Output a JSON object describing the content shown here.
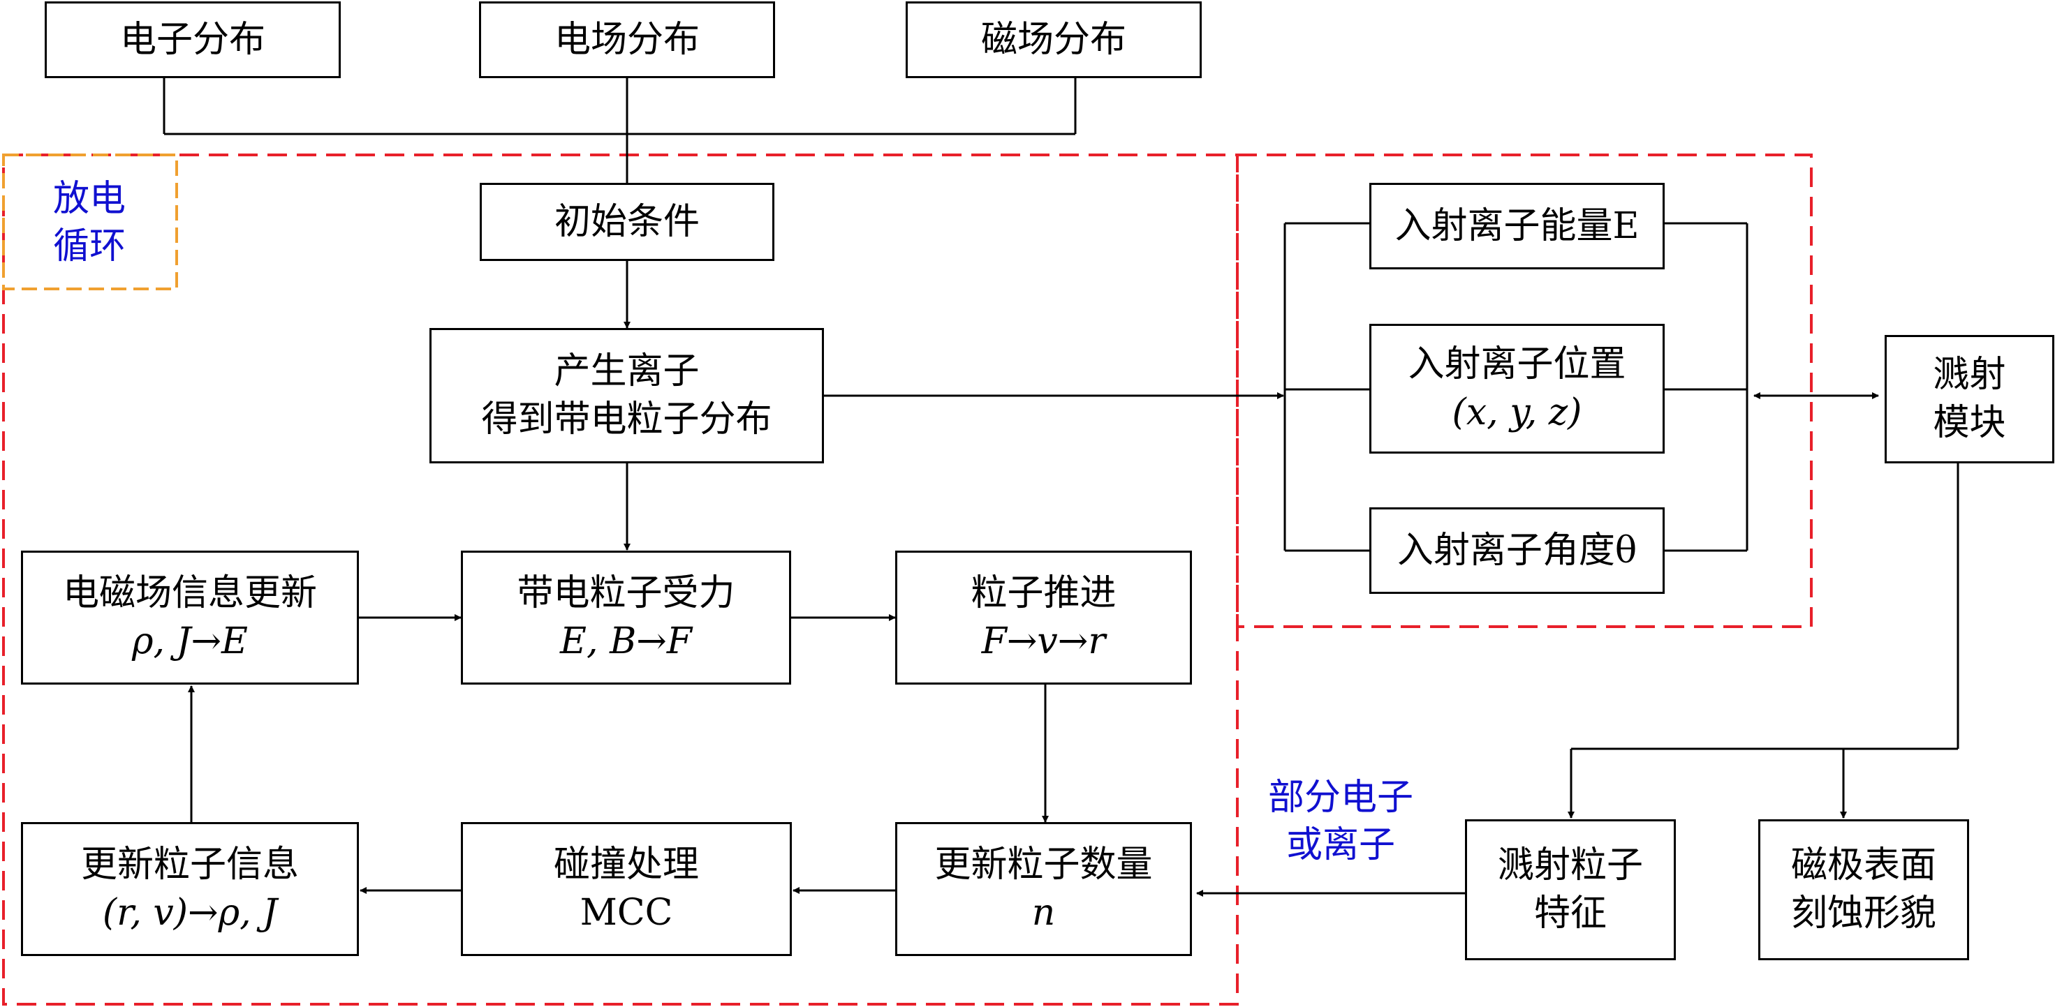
{
  "diagram": {
    "inputs": {
      "electron": "电子分布",
      "efield": "电场分布",
      "bfield": "磁场分布"
    },
    "discharge_label": [
      "放电",
      "循环"
    ],
    "init": "初始条件",
    "generate": [
      "产生离子",
      "得到带电粒子分布"
    ],
    "force": [
      "带电粒子受力",
      "E, B→F"
    ],
    "em_update": [
      "电磁场信息更新",
      "ρ, J→E"
    ],
    "push": [
      "粒子推进",
      "F→v→r"
    ],
    "update_count": [
      "更新粒子数量",
      "n"
    ],
    "collision": [
      "碰撞处理",
      "MCC"
    ],
    "update_info": [
      "更新粒子信息",
      "(r, v)→ρ, J"
    ],
    "ion_energy": "入射离子能量E",
    "ion_position": [
      "入射离子位置",
      "(x, y, z)"
    ],
    "ion_angle": "入射离子角度θ",
    "sputter_module": [
      "溅射",
      "模块"
    ],
    "sputter_particle": [
      "溅射粒子",
      "特征"
    ],
    "erosion": [
      "磁极表面",
      "刻蚀形貌"
    ],
    "partial_label": [
      "部分电子",
      "或离子"
    ]
  },
  "colors": {
    "red_dashed": "#e8202a",
    "orange_dashed": "#f0a030",
    "blue_text": "#1010d0"
  }
}
